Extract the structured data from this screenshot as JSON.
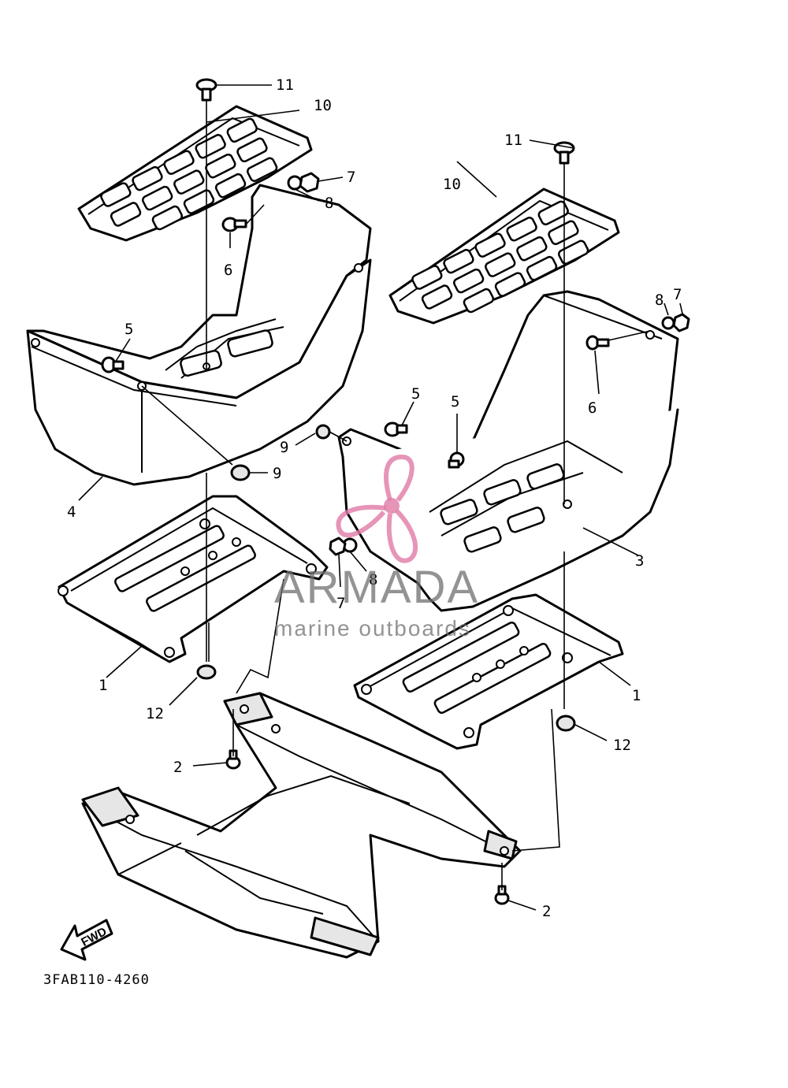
{
  "diagram": {
    "drawing_code": "3FAB110-4260",
    "fwd_label": "FWD",
    "callouts": [
      "1",
      "2",
      "3",
      "4",
      "5",
      "6",
      "7",
      "8",
      "9",
      "10",
      "11",
      "12"
    ],
    "watermark": {
      "brand": "ARMADA",
      "tagline": "marine outboards",
      "logo_icon": "propeller-logo-icon",
      "color": "#e07aa6"
    }
  }
}
